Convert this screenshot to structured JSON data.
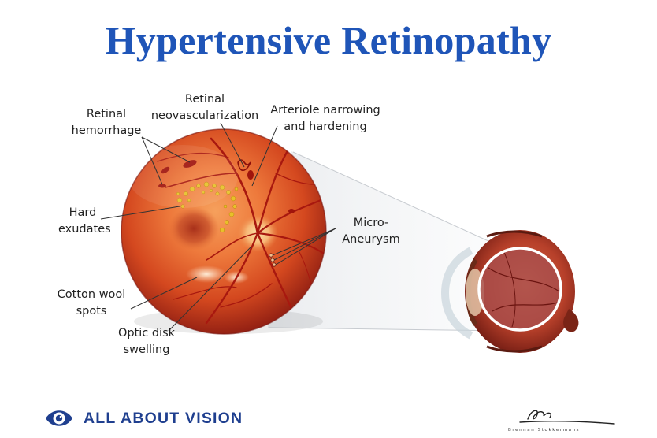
{
  "title": "Hypertensive Retinopathy",
  "labels": {
    "hemorrhage": "Retinal\nhemorrhage",
    "neovascularization": "Retinal\nneovascularization",
    "arteriole": "Arteriole narrowing\nand hardening",
    "exudates": "Hard\nexudates",
    "microaneurysm": "Micro-\nAneurysm",
    "cotton_wool": "Cotton wool\nspots",
    "optic_disk": "Optic disk\nswelling"
  },
  "brand": {
    "name": "ALL ABOUT VISION"
  },
  "signature_text": "Brennan Stokkermans",
  "colors": {
    "title": "#1f55b8",
    "brand": "#1f3f8f",
    "retina": "#e0582a",
    "retina_edge": "#9a1c12",
    "vessel": "#a8180f",
    "exudate": "#e8c02a"
  }
}
